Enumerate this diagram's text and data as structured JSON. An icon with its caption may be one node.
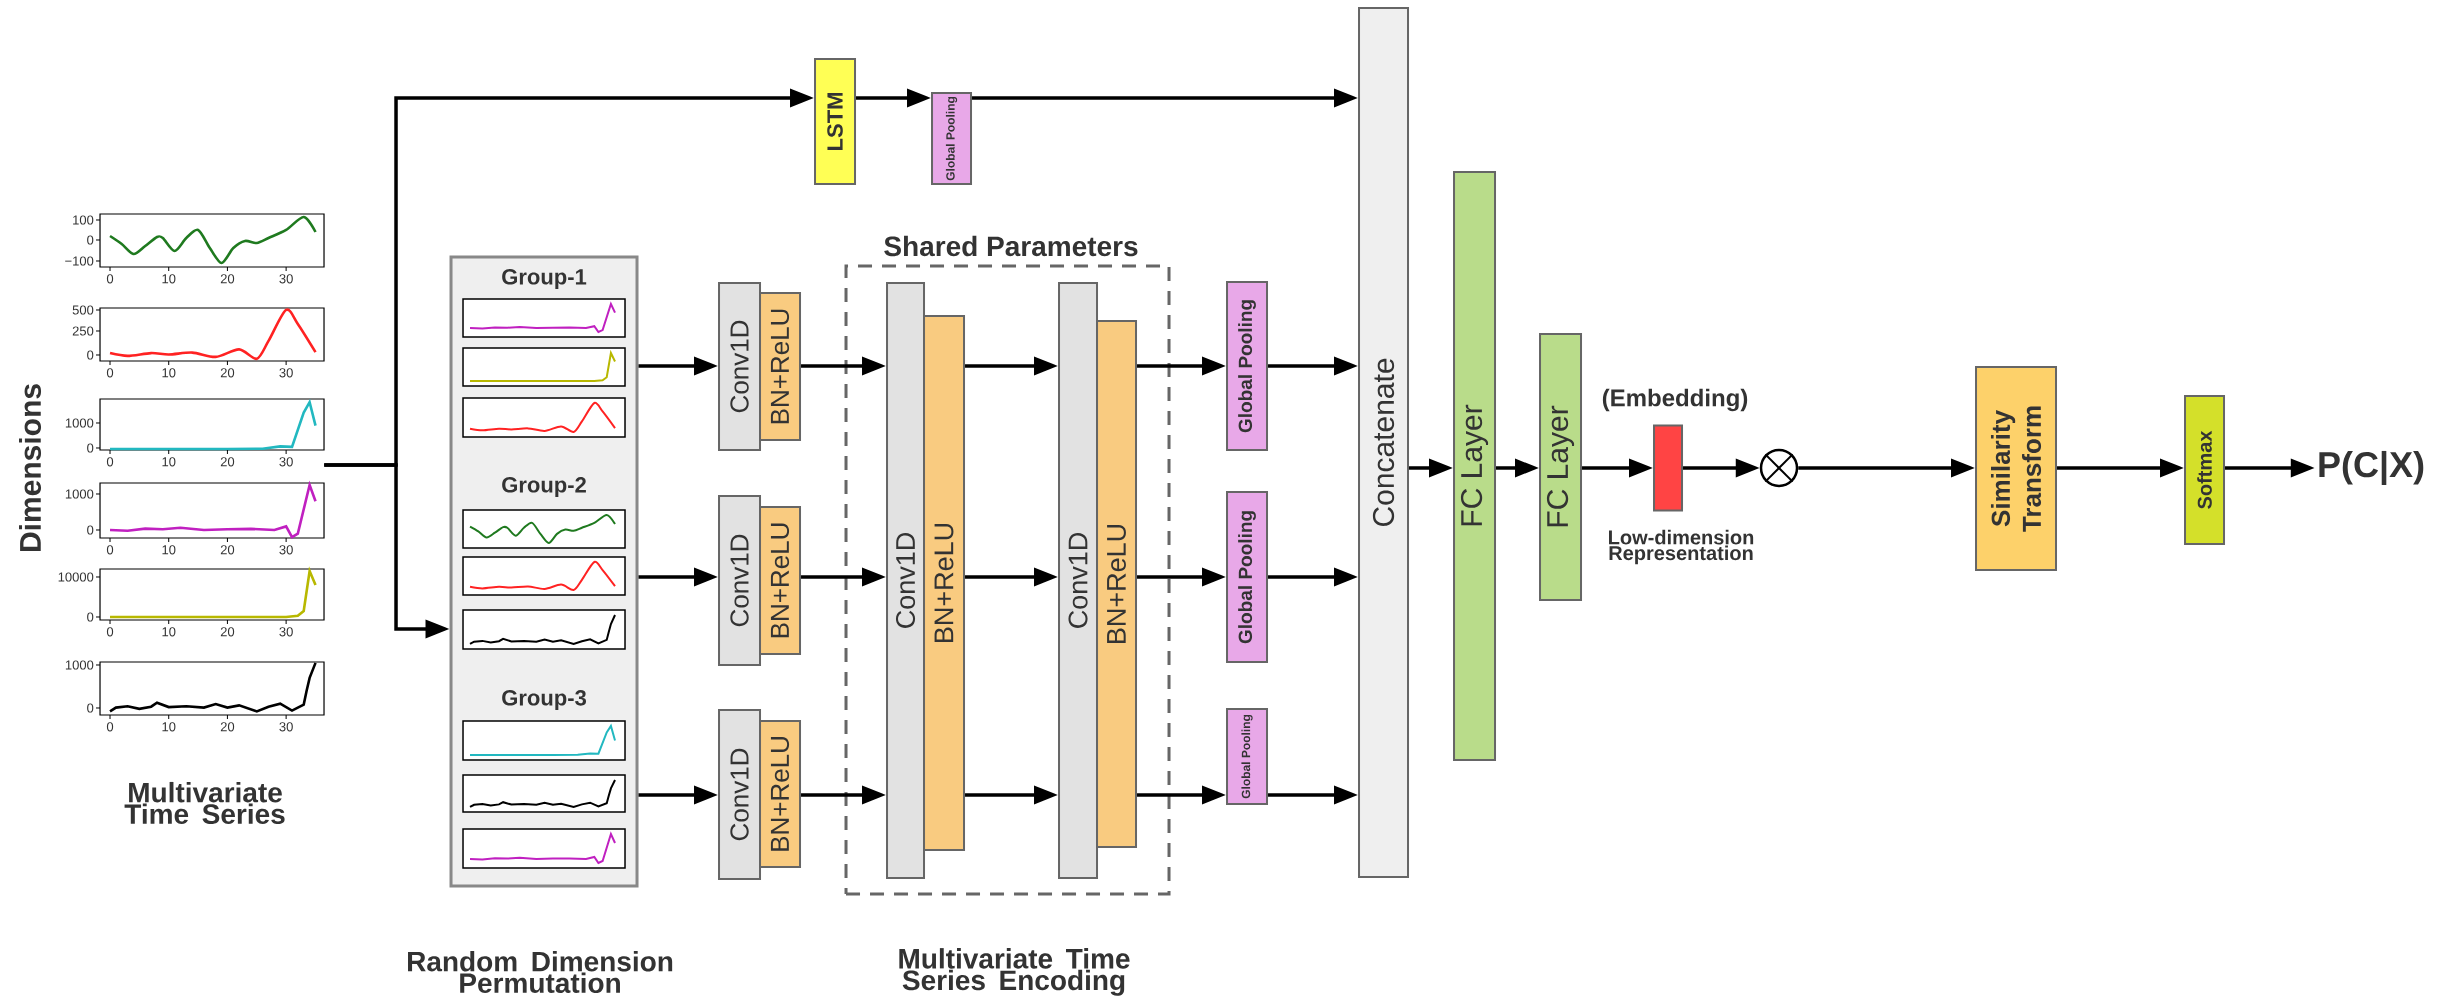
{
  "diagram": {
    "nodes": [
      {
        "text": [],
        "shape": "picture",
        "beside": [
          "Dimensions",
          "Multivariate Time Series"
        ]
      },
      {
        "text": [
          "LSTM"
        ]
      },
      {
        "text": [
          "Global Pooling"
        ]
      },
      {
        "text": [
          "Group-1",
          "Group-2",
          "Group-3"
        ],
        "beside": [
          "Random Dimension Permutation"
        ]
      },
      {
        "text": [
          "Conv1D"
        ]
      },
      {
        "text": [
          "BN+ReLU"
        ]
      },
      {
        "text": [
          "Conv1D"
        ]
      },
      {
        "text": [
          "BN+ReLU"
        ]
      },
      {
        "text": [
          "Conv1D"
        ]
      },
      {
        "text": [
          "BN+ReLU"
        ]
      },
      {
        "text": [
          "Shared Parameters"
        ],
        "beside": [
          "Multivariate Time Series Encoding"
        ]
      },
      {
        "text": [
          "Conv1D"
        ],
        "in": 10
      },
      {
        "text": [
          "BN+ReLU"
        ],
        "in": 10
      },
      {
        "text": [
          "Conv1D"
        ],
        "in": 10
      },
      {
        "text": [
          "BN+ReLU"
        ],
        "in": 10
      },
      {
        "text": [
          "Global Pooling"
        ]
      },
      {
        "text": [
          "Global Pooling"
        ]
      },
      {
        "text": [
          "Global Pooling"
        ]
      },
      {
        "text": [
          "Concatenate"
        ]
      },
      {
        "text": [
          "FC Layer"
        ]
      },
      {
        "text": [
          "FC Layer"
        ]
      },
      {
        "text": [],
        "shape": "box",
        "beside": [
          "(Embedding)",
          "Low-dimension Representation"
        ]
      },
      {
        "text": [],
        "shape": "circle"
      },
      {
        "text": [
          "Similarity Transform"
        ]
      },
      {
        "text": [
          "Softmax"
        ]
      },
      {
        "text": [
          "P(C|X)"
        ]
      }
    ],
    "edges": [
      {
        "from": 0,
        "to": 1,
        "arrow": "to"
      },
      {
        "from": 0,
        "to": 3,
        "arrow": "to"
      },
      {
        "from": 1,
        "to": 2,
        "arrow": "to"
      },
      {
        "from": 2,
        "to": 18,
        "arrow": "to"
      },
      {
        "from": 3,
        "to": 4,
        "arrow": "to"
      },
      {
        "from": 3,
        "to": 6,
        "arrow": "to"
      },
      {
        "from": 3,
        "to": 8,
        "arrow": "to"
      },
      {
        "from": 5,
        "to": 11,
        "arrow": "to"
      },
      {
        "from": 7,
        "to": 11,
        "arrow": "to"
      },
      {
        "from": 9,
        "to": 11,
        "arrow": "to"
      },
      {
        "from": 12,
        "to": 13,
        "arrow": "to"
      },
      {
        "from": 12,
        "to": 13,
        "arrow": "to"
      },
      {
        "from": 12,
        "to": 13,
        "arrow": "to"
      },
      {
        "from": 14,
        "to": 15,
        "arrow": "to"
      },
      {
        "from": 14,
        "to": 16,
        "arrow": "to"
      },
      {
        "from": 14,
        "to": 17,
        "arrow": "to"
      },
      {
        "from": 15,
        "to": 18,
        "arrow": "to"
      },
      {
        "from": 16,
        "to": 18,
        "arrow": "to"
      },
      {
        "from": 17,
        "to": 18,
        "arrow": "to"
      },
      {
        "from": 18,
        "to": 19,
        "arrow": "to"
      },
      {
        "from": 19,
        "to": 20,
        "arrow": "to"
      },
      {
        "from": 20,
        "to": 21,
        "arrow": "to"
      },
      {
        "from": 21,
        "to": 22,
        "arrow": "to"
      },
      {
        "from": 22,
        "to": 23,
        "arrow": "to"
      },
      {
        "from": 23,
        "to": 24,
        "arrow": "to"
      },
      {
        "from": 24,
        "to": 25,
        "arrow": "to"
      }
    ],
    "labels": [
      "100",
      "0",
      "−100",
      "0",
      "10",
      "20",
      "30",
      "500",
      "250",
      "0",
      "0",
      "10",
      "20",
      "30",
      "1000",
      "0",
      "0",
      "10",
      "20",
      "30",
      "1000",
      "0",
      "0",
      "10",
      "20",
      "30",
      "10000",
      "0",
      "0",
      "10",
      "20",
      "30",
      "1000",
      "0",
      "0",
      "10",
      "20",
      "30"
    ]
  }
}
